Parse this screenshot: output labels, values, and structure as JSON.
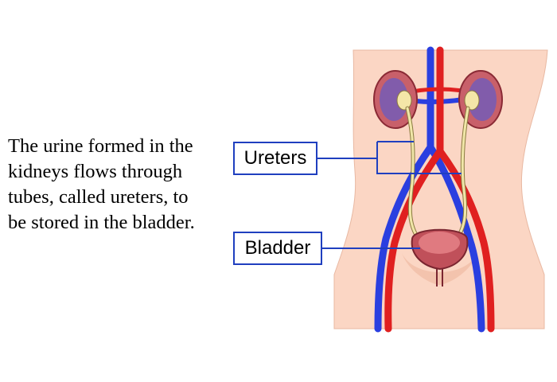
{
  "caption": {
    "lines": [
      "The urine formed in the",
      "kidneys flows through",
      "tubes, called ureters, to",
      "be stored in the bladder."
    ]
  },
  "labels": {
    "ureters": "Ureters",
    "bladder": "Bladder"
  },
  "colors": {
    "skin": "#fbd6c4",
    "artery": "#e02020",
    "vein": "#2a3fe0",
    "ureter": "#f0e6a8",
    "kidney": "#c8606a",
    "bladder": "#c0505a",
    "leader_line": "#1f3fbf"
  }
}
